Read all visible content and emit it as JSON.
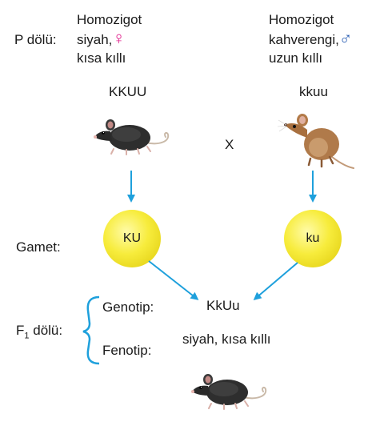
{
  "p_generation": {
    "label": "P dölü:",
    "female": {
      "line1": "Homozigot",
      "line2": "siyah,",
      "line3": "kısa kıllı",
      "symbol": "♀",
      "symbol_color": "#e0208c"
    },
    "male": {
      "line1": "Homozigot",
      "line2": "kahverengi,",
      "line3": "uzun kıllı",
      "symbol": "♂",
      "symbol_color": "#2b5fb4"
    },
    "female_genotype": "KKUU",
    "male_genotype": "kkuu",
    "cross_sign": "X"
  },
  "gamete": {
    "label": "Gamet:",
    "left": "KU",
    "right": "ku"
  },
  "f1": {
    "label_main": "F",
    "label_sub": "1",
    "label_rest": " dölü:",
    "genotype_label": "Genotip:",
    "genotype_value": "KkUu",
    "phenotype_label": "Fenotip:",
    "phenotype_value": "siyah, kısa kıllı"
  },
  "colors": {
    "arrow": "#1ea0dc",
    "brace": "#1ea0dc",
    "gamete_fill": "#f3e630"
  },
  "icons": [
    "black-mouse-icon",
    "brown-mouse-icon",
    "offspring-black-mouse-icon"
  ]
}
